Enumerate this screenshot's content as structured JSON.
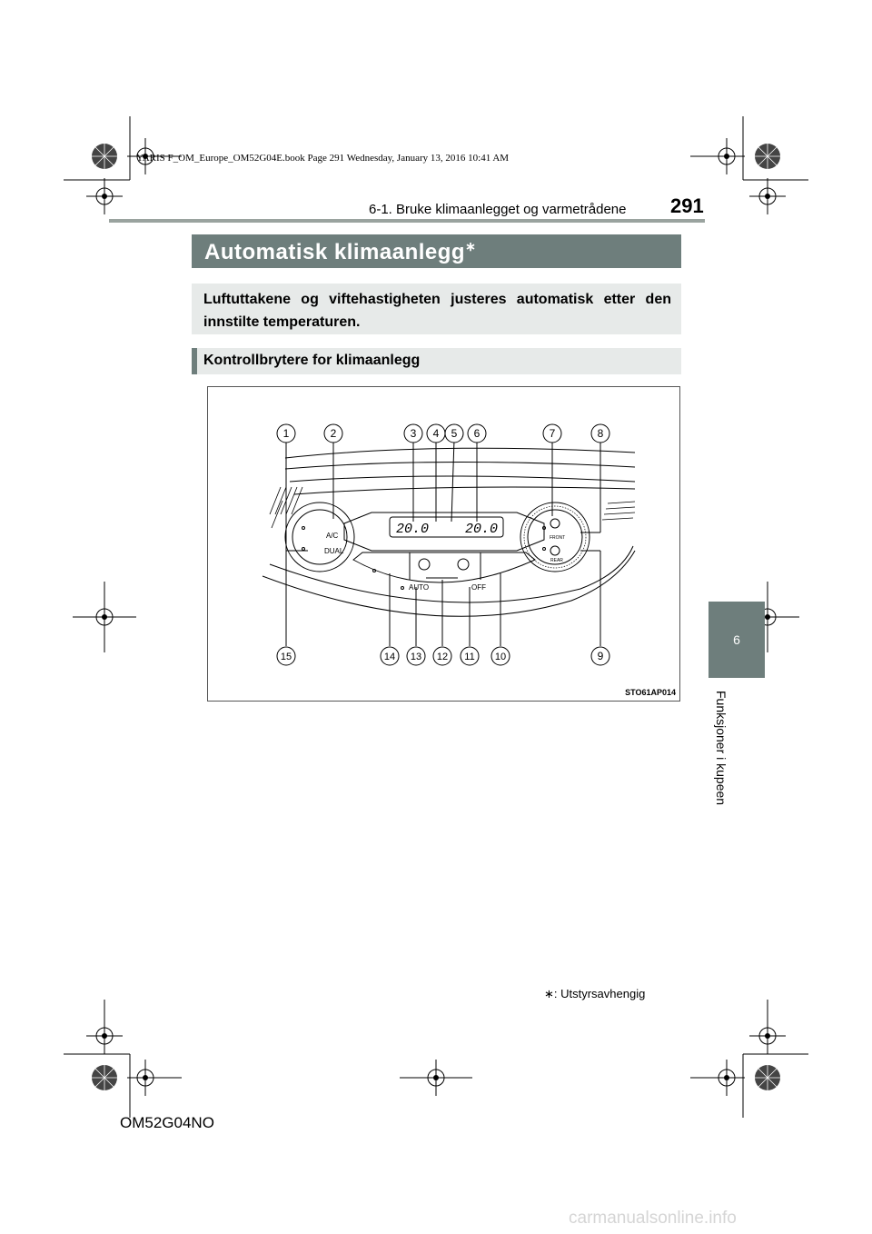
{
  "header": {
    "book_line": "YARIS F_OM_Europe_OM52G04E.book  Page 291  Wednesday, January 13, 2016  10:41 AM",
    "running_head": "6-1. Bruke klimaanlegget og varmetrådene",
    "page_number": "291"
  },
  "title": {
    "text": "Automatisk klimaanlegg",
    "marker": "∗"
  },
  "intro": "Luftuttakene og viftehastigheten justeres automatisk etter den innstilte temperaturen.",
  "section": "Kontrollbrytere for klimaanlegg",
  "figure": {
    "code": "STO61AP014",
    "display_left": "20.0",
    "display_right": "20.0",
    "btn_ac": "A/C",
    "btn_dual": "DUAL",
    "btn_front": "FRONT",
    "btn_rear": "REAR",
    "btn_auto": "AUTO",
    "btn_off": "OFF",
    "callouts_top": [
      "1",
      "2",
      "3",
      "4",
      "5",
      "6",
      "7",
      "8"
    ],
    "callouts_bottom": [
      "15",
      "14",
      "13",
      "12",
      "11",
      "10",
      "9"
    ]
  },
  "side_tab": {
    "chapter": "6",
    "label": "Funksjoner i kupeen"
  },
  "footnote": "∗: Utstyrsavhengig",
  "doc_code": "OM52G04NO",
  "watermark": "carmanualsonline.info",
  "colors": {
    "accent": "#6e7e7c",
    "light_panel": "#e7eae9"
  }
}
